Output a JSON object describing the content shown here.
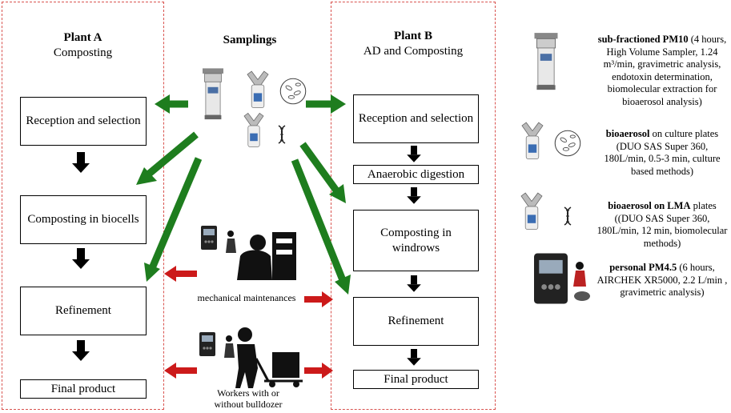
{
  "samplings_title": "Samplings",
  "plant_a": {
    "title": "Plant A",
    "subtitle": "Composting",
    "steps": [
      "Reception and selection",
      "Composting in biocells",
      "Refinement",
      "Final product"
    ]
  },
  "plant_b": {
    "title": "Plant B",
    "subtitle": "AD and Composting",
    "steps": [
      "Reception and selection",
      "Anaerobic digestion",
      "Composting in windrows",
      "Refinement",
      "Final product"
    ]
  },
  "middle": {
    "maintenance_label": "mechanical maintenances",
    "workers_label_line1": "Workers with or",
    "workers_label_line2": "without bulldozer"
  },
  "legend": [
    {
      "bold": "sub-fractioned PM10",
      "rest": " (4 hours, High Volume Sampler, 1.24 m³/min, gravimetric analysis, endotoxin determination, biomolecular extraction for bioaerosol analysis)",
      "icon": "high-volume-sampler-icon"
    },
    {
      "bold": "bioaerosol",
      "rest": " on culture plates (DUO SAS Super 360, 180L/min, 0.5-3 min, culture based methods)",
      "icon": "duo-sas-culture-icon"
    },
    {
      "bold": "bioaerosol on LMA",
      "rest": " plates ((DUO SAS Super 360, 180L/min, 12 min, biomolecular methods)",
      "icon": "duo-sas-dna-icon"
    },
    {
      "bold": "personal PM4.5",
      "rest": " (6 hours, AIRCHEK XR5000, 2.2 L/min , gravimetric analysis)",
      "icon": "personal-pump-icon"
    }
  ],
  "colors": {
    "sampling_arrow": "#1e7d1e",
    "exposure_arrow": "#cc1a1a",
    "frame": "#d9534f",
    "flow_arrow": "#000000"
  }
}
